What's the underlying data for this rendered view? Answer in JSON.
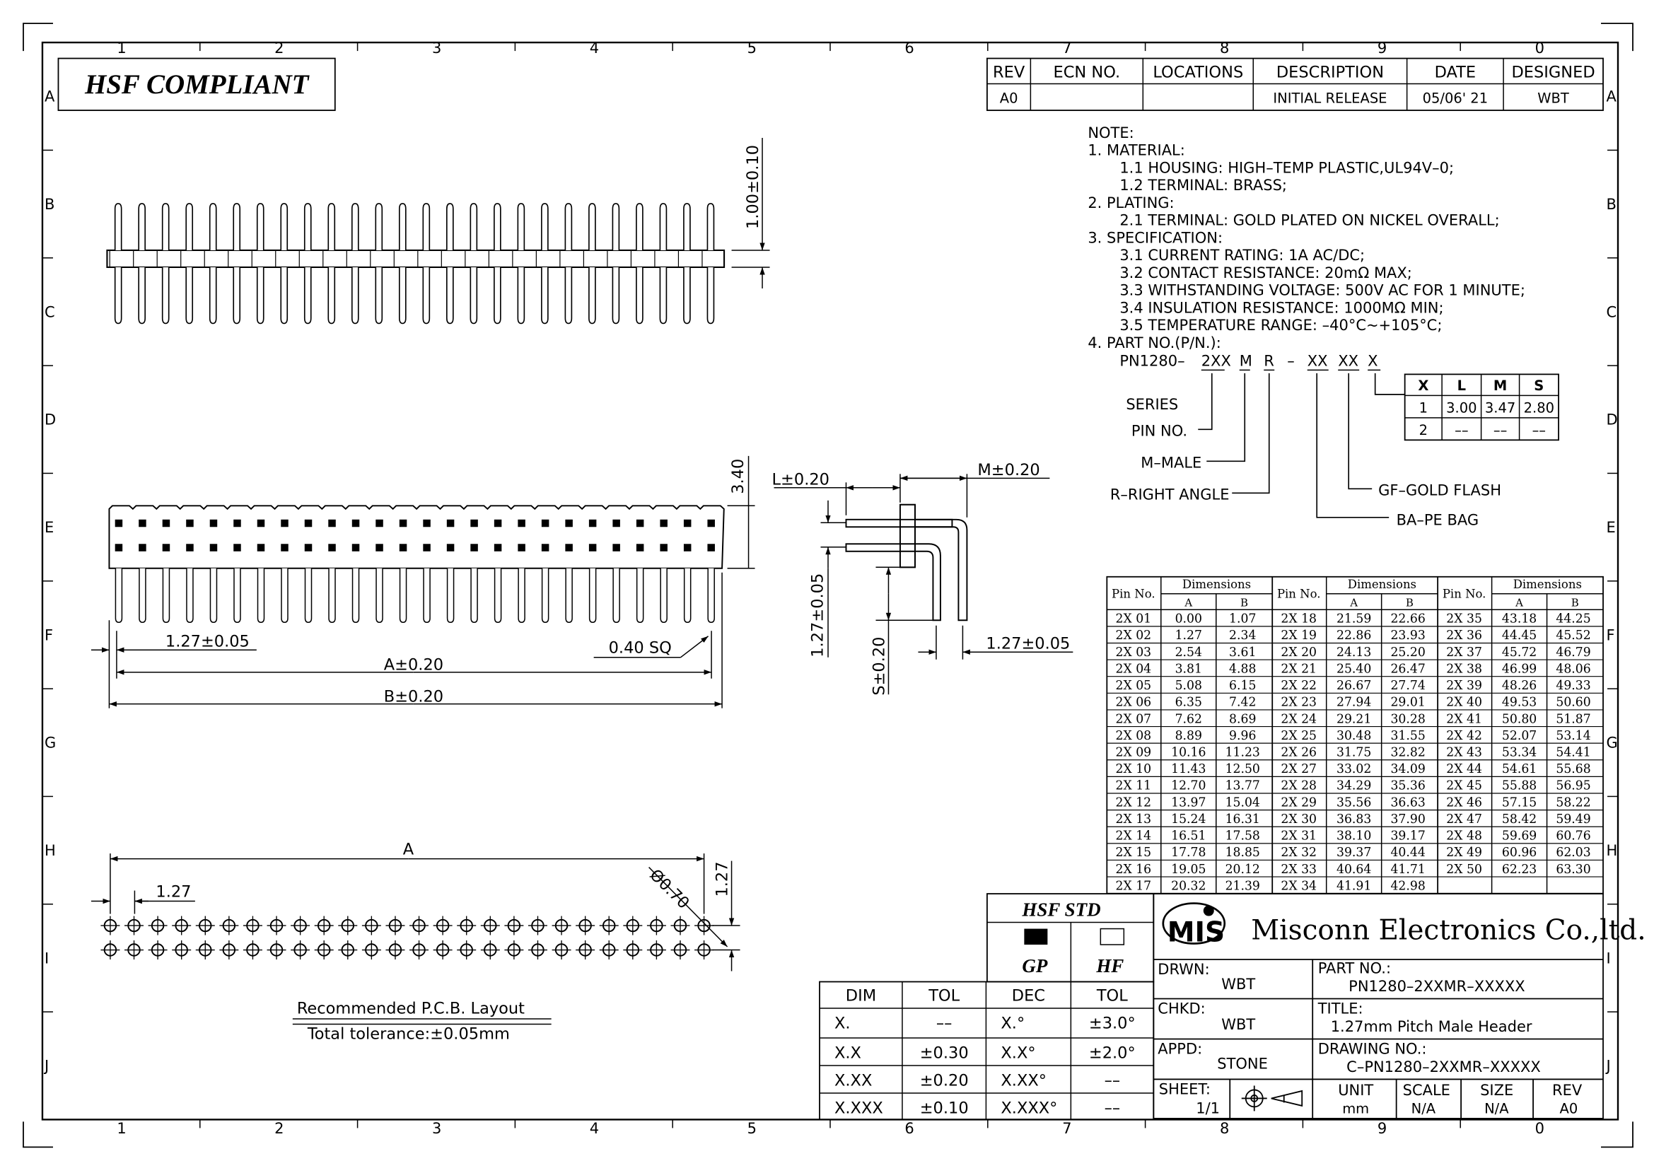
{
  "sheet": {
    "col_labels": [
      "1",
      "2",
      "3",
      "4",
      "5",
      "6",
      "7",
      "8",
      "9",
      "0"
    ],
    "row_labels": [
      "A",
      "B",
      "C",
      "D",
      "E",
      "F",
      "G",
      "H",
      "I",
      "J"
    ]
  },
  "badge": "HSF  COMPLIANT",
  "revision": {
    "headers": [
      "REV",
      "ECN NO.",
      "LOCATIONS",
      "DESCRIPTION",
      "DATE",
      "DESIGNED"
    ],
    "row": [
      "A0",
      "",
      "",
      "INITIAL RELEASE",
      "05/06' 21",
      "WBT"
    ]
  },
  "notes": [
    {
      "indent": 0,
      "text": "NOTE:"
    },
    {
      "indent": 0,
      "text": "1.  MATERIAL:"
    },
    {
      "indent": 1,
      "text": "1.1  HOUSING:  HIGH–TEMP  PLASTIC,UL94V–0;"
    },
    {
      "indent": 1,
      "text": "1.2  TERMINAL:  BRASS;"
    },
    {
      "indent": 0,
      "text": "2.  PLATING:"
    },
    {
      "indent": 1,
      "text": "2.1  TERMINAL:  GOLD  PLATED  ON  NICKEL  OVERALL;"
    },
    {
      "indent": 0,
      "text": "3.  SPECIFICATION:"
    },
    {
      "indent": 1,
      "text": "3.1  CURRENT  RATING:  1A  AC/DC;"
    },
    {
      "indent": 1,
      "text": "3.2  CONTACT   RESISTANCE:  20mΩ  MAX;"
    },
    {
      "indent": 1,
      "text": "3.3  WITHSTANDING  VOLTAGE:  500V  AC  FOR  1  MINUTE;"
    },
    {
      "indent": 1,
      "text": "3.4  INSULATION  RESISTANCE:  1000MΩ  MIN;"
    },
    {
      "indent": 1,
      "text": "3.5  TEMPERATURE  RANGE:   –40°C~+105°C;"
    },
    {
      "indent": 0,
      "text": "4.  PART  NO.(P/N.):"
    }
  ],
  "part_number": {
    "parts": [
      "PN1280–",
      "2XX",
      "M",
      "R",
      "–",
      "XX",
      "XX",
      "X"
    ],
    "callouts": [
      "SERIES",
      "PIN  NO.",
      "M–MALE",
      "R–RIGHT  ANGLE",
      "GF–GOLD  FLASH",
      "BA–PE  BAG"
    ]
  },
  "length_table": {
    "headers": [
      "X",
      "L",
      "M",
      "S"
    ],
    "rows": [
      [
        "1",
        "3.00",
        "3.47",
        "2.80"
      ],
      [
        "2",
        "––",
        "––",
        "––"
      ]
    ]
  },
  "dims": {
    "top_height": "1.00±0.10",
    "front_height": "3.40",
    "pitch": "1.27±0.05",
    "pin_sq": "0.40  SQ",
    "a": "A±0.20",
    "b": "B±0.20",
    "side_l": "L±0.20",
    "side_m": "M±0.20",
    "side_pitch_v": "1.27±0.05",
    "side_s": "S±0.20",
    "side_pitch_h": "1.27±0.05",
    "pcb_a": "A",
    "pcb_pitch_h": "1.27",
    "pcb_pitch_v": "1.27",
    "pcb_hole": "Ø0.70",
    "pcb_title": "Recommended  P.C.B.  Layout",
    "pcb_tol": "Total  tolerance:±0.05mm"
  },
  "dim_table": {
    "group_header_1": "Dimensions",
    "headers": [
      "Pin No.",
      "A",
      "B"
    ],
    "rows": [
      [
        "2X 01",
        "0.00",
        "1.07",
        "2X 18",
        "21.59",
        "22.66",
        "2X 35",
        "43.18",
        "44.25"
      ],
      [
        "2X 02",
        "1.27",
        "2.34",
        "2X 19",
        "22.86",
        "23.93",
        "2X 36",
        "44.45",
        "45.52"
      ],
      [
        "2X 03",
        "2.54",
        "3.61",
        "2X 20",
        "24.13",
        "25.20",
        "2X 37",
        "45.72",
        "46.79"
      ],
      [
        "2X 04",
        "3.81",
        "4.88",
        "2X 21",
        "25.40",
        "26.47",
        "2X 38",
        "46.99",
        "48.06"
      ],
      [
        "2X 05",
        "5.08",
        "6.15",
        "2X 22",
        "26.67",
        "27.74",
        "2X 39",
        "48.26",
        "49.33"
      ],
      [
        "2X 06",
        "6.35",
        "7.42",
        "2X 23",
        "27.94",
        "29.01",
        "2X 40",
        "49.53",
        "50.60"
      ],
      [
        "2X 07",
        "7.62",
        "8.69",
        "2X 24",
        "29.21",
        "30.28",
        "2X 41",
        "50.80",
        "51.87"
      ],
      [
        "2X 08",
        "8.89",
        "9.96",
        "2X 25",
        "30.48",
        "31.55",
        "2X 42",
        "52.07",
        "53.14"
      ],
      [
        "2X 09",
        "10.16",
        "11.23",
        "2X 26",
        "31.75",
        "32.82",
        "2X 43",
        "53.34",
        "54.41"
      ],
      [
        "2X 10",
        "11.43",
        "12.50",
        "2X 27",
        "33.02",
        "34.09",
        "2X 44",
        "54.61",
        "55.68"
      ],
      [
        "2X 11",
        "12.70",
        "13.77",
        "2X 28",
        "34.29",
        "35.36",
        "2X 45",
        "55.88",
        "56.95"
      ],
      [
        "2X 12",
        "13.97",
        "15.04",
        "2X 29",
        "35.56",
        "36.63",
        "2X 46",
        "57.15",
        "58.22"
      ],
      [
        "2X 13",
        "15.24",
        "16.31",
        "2X 30",
        "36.83",
        "37.90",
        "2X 47",
        "58.42",
        "59.49"
      ],
      [
        "2X 14",
        "16.51",
        "17.58",
        "2X 31",
        "38.10",
        "39.17",
        "2X 48",
        "59.69",
        "60.76"
      ],
      [
        "2X 15",
        "17.78",
        "18.85",
        "2X 32",
        "39.37",
        "40.44",
        "2X 49",
        "60.96",
        "62.03"
      ],
      [
        "2X 16",
        "19.05",
        "20.12",
        "2X 33",
        "40.64",
        "41.71",
        "2X 50",
        "62.23",
        "63.30"
      ],
      [
        "2X 17",
        "20.32",
        "21.39",
        "2X 34",
        "41.91",
        "42.98",
        "",
        "",
        ""
      ]
    ]
  },
  "tolerance": {
    "headers": [
      "DIM",
      "TOL",
      "DEC",
      "TOL"
    ],
    "rows": [
      [
        "X.",
        "––",
        "X.°",
        "±3.0°"
      ],
      [
        "X.X",
        "±0.30",
        "X.X°",
        "±2.0°"
      ],
      [
        "X.XX",
        "±0.20",
        "X.XX°",
        "––"
      ],
      [
        "X.XXX",
        "±0.10",
        "X.XXX°",
        "––"
      ]
    ]
  },
  "hsf": {
    "title": "HSF  STD",
    "gp": "GP",
    "hf": "HF"
  },
  "company": {
    "logo": "MIS",
    "name": "Misconn Electronics Co.,ltd."
  },
  "title_block": {
    "drwn_label": "DRWN:",
    "drwn": "WBT",
    "chkd_label": "CHKD:",
    "chkd": "WBT",
    "appd_label": "APPD:",
    "appd": "STONE",
    "sheet_label": "SHEET:",
    "sheet": "1/1",
    "part_label": "PART  NO.:",
    "part": "PN1280–2XXMR–XXXXX",
    "title_label": "TITLE:",
    "title": "1.27mm  Pitch  Male  Header",
    "drawing_label": "DRAWING  NO.:",
    "drawing": "C–PN1280–2XXMR–XXXXX",
    "unit_label": "UNIT",
    "unit": "mm",
    "scale_label": "SCALE",
    "scale": "N/A",
    "size_label": "SIZE",
    "size": "N/A",
    "rev_label": "REV",
    "rev": "A0"
  }
}
